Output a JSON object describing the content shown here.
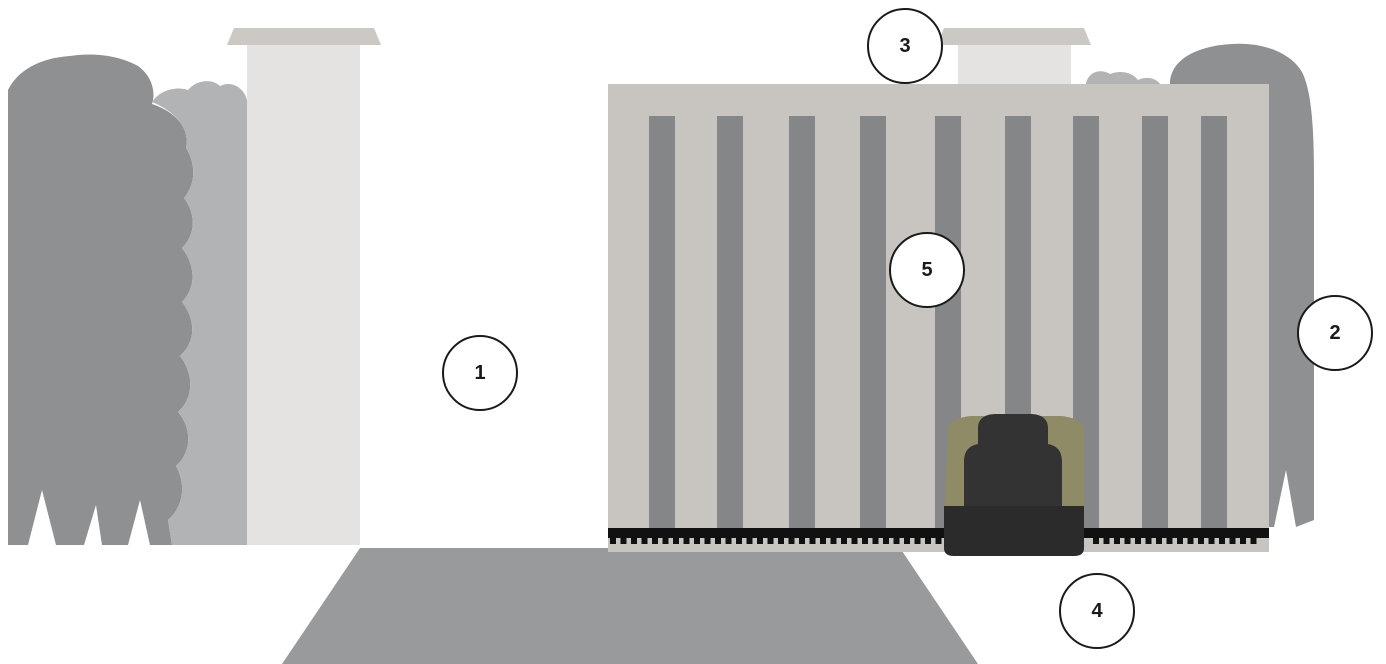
{
  "colors": {
    "bush_dark": "#8f9092",
    "bush_light": "#b2b3b4",
    "pillar": "#e4e3e2",
    "pillar_cap": "#ccc8c4",
    "gate_panel": "#c8c5c1",
    "gate_bar": "#858687",
    "rack": "#111111",
    "motor_body": "#333333",
    "motor_accent": "#8f8b66",
    "driveway": "#989a9b",
    "marker_stroke": "#1a1a1a"
  },
  "icons": {
    "bushes": "hedge-icon",
    "pillar": "pillar-icon",
    "gate": "sliding-gate-icon",
    "motor": "gate-motor-icon",
    "driveway": "driveway-icon"
  },
  "markers": [
    {
      "id": "marker-1",
      "label": "1"
    },
    {
      "id": "marker-2",
      "label": "2"
    },
    {
      "id": "marker-3",
      "label": "3"
    },
    {
      "id": "marker-4",
      "label": "4"
    },
    {
      "id": "marker-5",
      "label": "5"
    }
  ]
}
